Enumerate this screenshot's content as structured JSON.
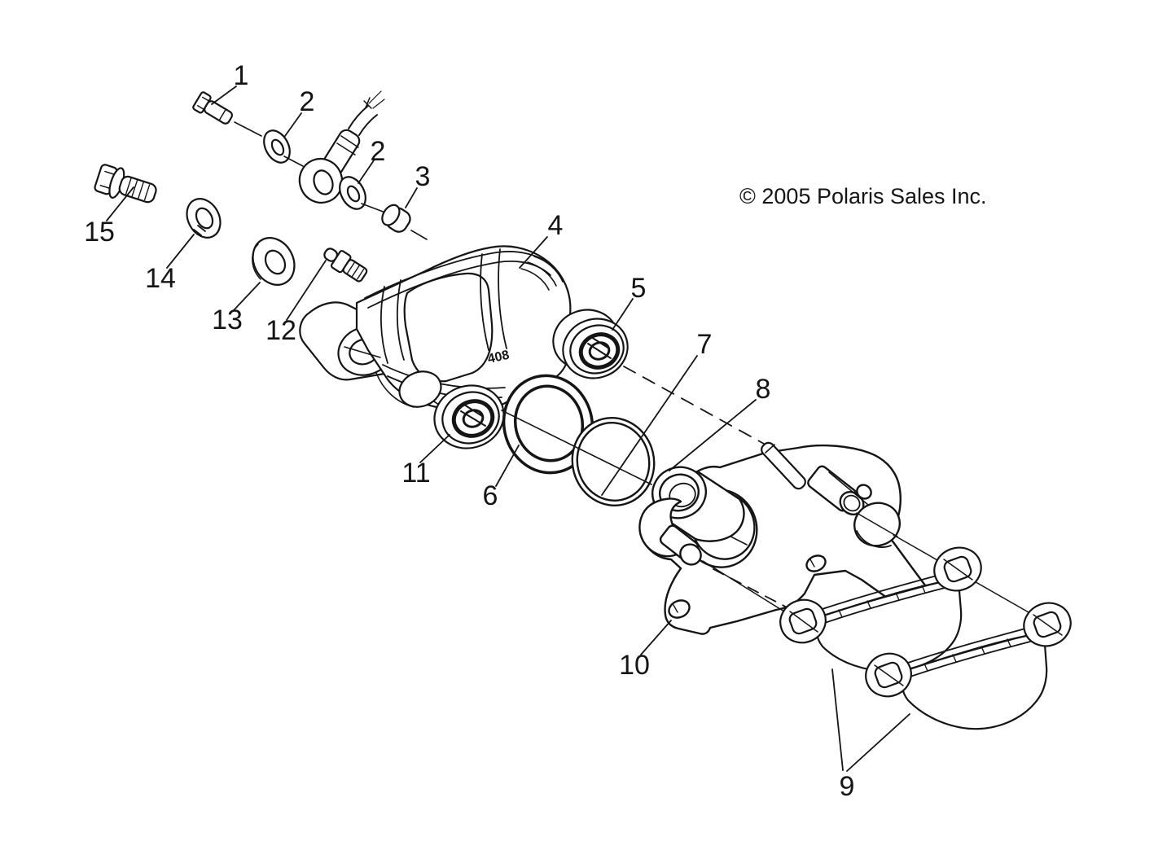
{
  "colors": {
    "background": "#ffffff",
    "line": "#151515"
  },
  "copyright": "© 2005 Polaris Sales Inc.",
  "caliper_marking": "408",
  "callouts": [
    {
      "num": "1"
    },
    {
      "num": "2"
    },
    {
      "num": "2"
    },
    {
      "num": "3"
    },
    {
      "num": "4"
    },
    {
      "num": "5"
    },
    {
      "num": "7"
    },
    {
      "num": "8"
    },
    {
      "num": "15"
    },
    {
      "num": "14"
    },
    {
      "num": "13"
    },
    {
      "num": "12"
    },
    {
      "num": "11"
    },
    {
      "num": "6"
    },
    {
      "num": "10"
    },
    {
      "num": "9"
    }
  ]
}
